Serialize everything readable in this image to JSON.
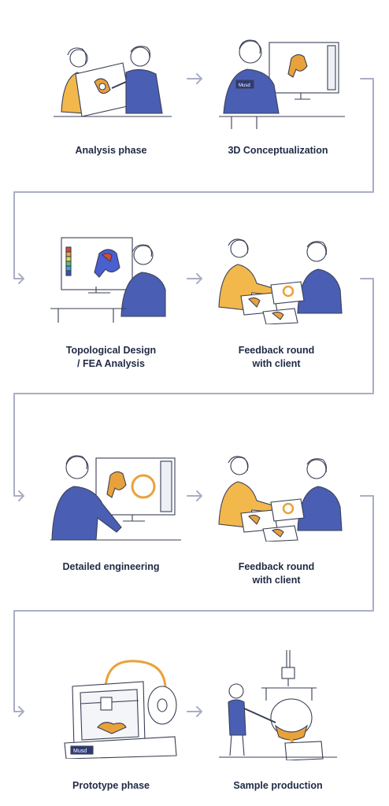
{
  "steps": [
    {
      "id": "analysis",
      "label": "Analysis phase",
      "icon": "meeting-blueprint-illustration"
    },
    {
      "id": "concept",
      "label": "3D Conceptualization",
      "icon": "engineer-cad-illustration"
    },
    {
      "id": "topology",
      "label": "Topological Design\n/ FEA Analysis",
      "icon": "fea-monitor-illustration"
    },
    {
      "id": "feedback1",
      "label": "Feedback round\nwith client",
      "icon": "client-review-illustration"
    },
    {
      "id": "detailed",
      "label": "Detailed engineering",
      "icon": "engineer-drawing-illustration"
    },
    {
      "id": "feedback2",
      "label": "Feedback round\nwith client",
      "icon": "client-review-illustration"
    },
    {
      "id": "prototype",
      "label": "Prototype phase",
      "icon": "3d-printer-illustration"
    },
    {
      "id": "sample",
      "label": "Sample production",
      "icon": "foundry-pouring-illustration"
    }
  ],
  "brand_mark": "Musd",
  "colors": {
    "line": "#a9aec4",
    "accent": "#e9a23b",
    "accent_dark": "#c8741a",
    "shirt": "#4a5fb3",
    "ink": "#3a3f55"
  }
}
